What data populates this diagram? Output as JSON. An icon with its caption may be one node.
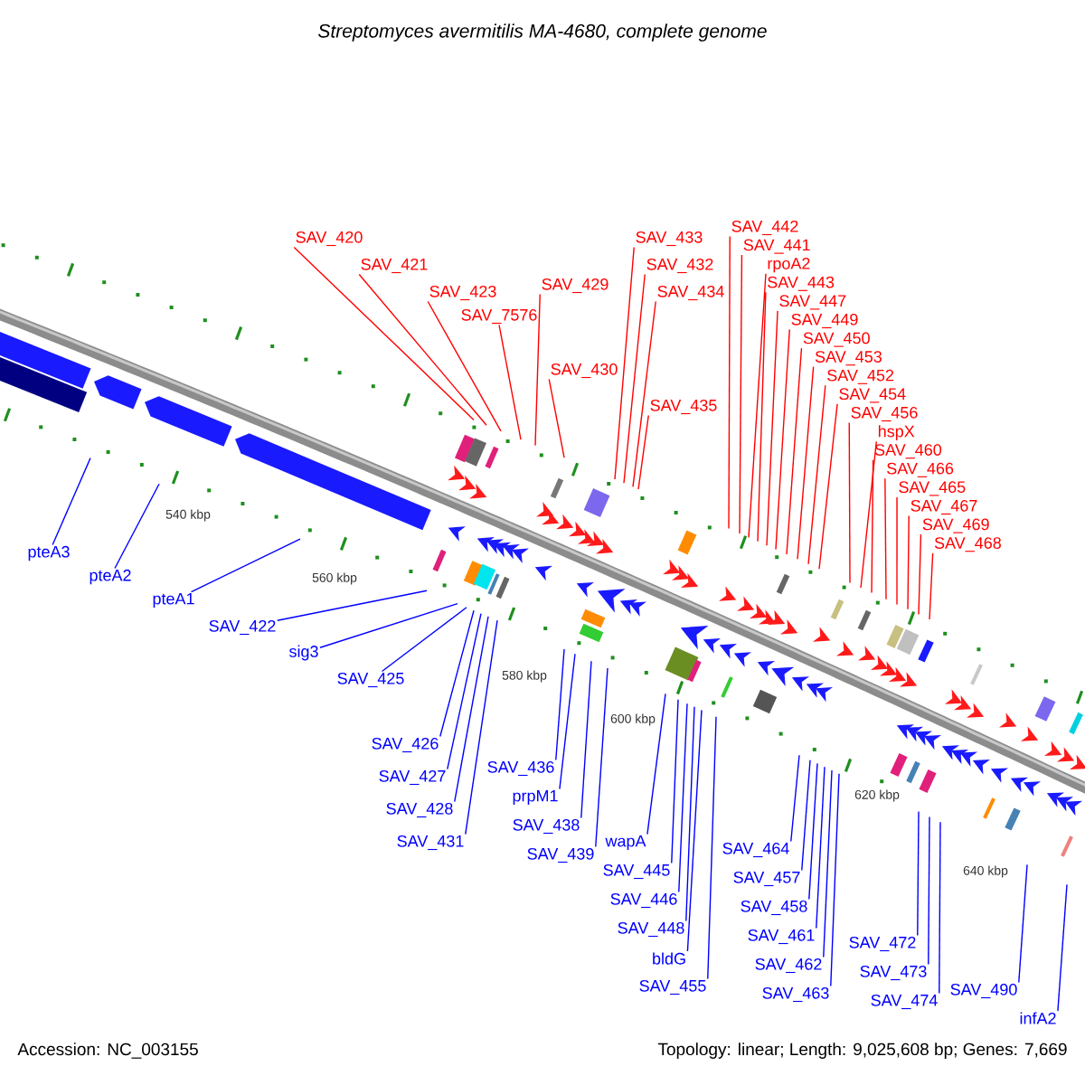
{
  "diagram": {
    "title": "Streptomyces avermitilis MA-4680, complete genome",
    "nodes": [
      {
        "text": [
          "SAV_420"
        ]
      },
      {
        "text": [
          "SAV_421"
        ]
      },
      {
        "text": [
          "SAV_423"
        ]
      },
      {
        "text": [
          "SAV_7576"
        ]
      },
      {
        "text": [
          "SAV_429"
        ]
      },
      {
        "text": [
          "SAV_430"
        ]
      },
      {
        "text": [
          "SAV_433"
        ]
      },
      {
        "text": [
          "SAV_432"
        ]
      },
      {
        "text": [
          "SAV_434"
        ]
      },
      {
        "text": [
          "SAV_435"
        ]
      },
      {
        "text": [
          "SAV_442"
        ]
      },
      {
        "text": [
          "SAV_441"
        ]
      },
      {
        "text": [
          "rpoA2"
        ]
      },
      {
        "text": [
          "SAV_443"
        ]
      },
      {
        "text": [
          "SAV_447"
        ]
      },
      {
        "text": [
          "SAV_449"
        ]
      },
      {
        "text": [
          "SAV_450"
        ]
      },
      {
        "text": [
          "SAV_453"
        ]
      },
      {
        "text": [
          "SAV_452"
        ]
      },
      {
        "text": [
          "SAV_454"
        ]
      },
      {
        "text": [
          "SAV_456"
        ]
      },
      {
        "text": [
          "hspX"
        ]
      },
      {
        "text": [
          "SAV_460"
        ]
      },
      {
        "text": [
          "SAV_466"
        ]
      },
      {
        "text": [
          "SAV_465"
        ]
      },
      {
        "text": [
          "SAV_467"
        ]
      },
      {
        "text": [
          "SAV_469"
        ]
      },
      {
        "text": [
          "SAV_468"
        ]
      },
      {
        "text": [
          "pteA3"
        ]
      },
      {
        "text": [
          "pteA2"
        ]
      },
      {
        "text": [
          "pteA1"
        ]
      },
      {
        "text": [
          "SAV_422"
        ]
      },
      {
        "text": [
          "sig3"
        ]
      },
      {
        "text": [
          "SAV_425"
        ]
      },
      {
        "text": [
          "SAV_426"
        ]
      },
      {
        "text": [
          "SAV_427"
        ]
      },
      {
        "text": [
          "SAV_428"
        ]
      },
      {
        "text": [
          "SAV_431"
        ]
      },
      {
        "text": [
          "SAV_436"
        ]
      },
      {
        "text": [
          "SAV_439"
        ]
      },
      {
        "text": [
          "prpM1"
        ]
      },
      {
        "text": [
          "SAV_438"
        ]
      },
      {
        "text": [
          "wapA"
        ]
      },
      {
        "text": [
          "SAV_445"
        ]
      },
      {
        "text": [
          "SAV_446"
        ]
      },
      {
        "text": [
          "SAV_448"
        ]
      },
      {
        "text": [
          "bldG"
        ]
      },
      {
        "text": [
          "SAV_455"
        ]
      },
      {
        "text": [
          "SAV_457"
        ]
      },
      {
        "text": [
          "SAV_458"
        ]
      },
      {
        "text": [
          "SAV_461"
        ]
      },
      {
        "text": [
          "SAV_462"
        ]
      },
      {
        "text": [
          "SAV_463"
        ]
      },
      {
        "text": [
          "SAV_464"
        ]
      },
      {
        "text": [
          "SAV_472"
        ]
      },
      {
        "text": [
          "SAV_473"
        ]
      },
      {
        "text": [
          "SAV_474"
        ]
      },
      {
        "text": [
          "SAV_490"
        ]
      },
      {
        "text": [
          "infA2"
        ]
      }
    ],
    "edges": [
      {
        "from": 0,
        "to": null,
        "arrow": "none",
        "color": "#ff0000"
      },
      {
        "from": 1,
        "to": null,
        "arrow": "none",
        "color": "#ff0000"
      },
      {
        "from": 2,
        "to": null,
        "arrow": "none",
        "color": "#ff0000"
      },
      {
        "from": 3,
        "to": null,
        "arrow": "none",
        "color": "#ff0000"
      },
      {
        "from": 4,
        "to": null,
        "arrow": "none",
        "color": "#ff0000"
      },
      {
        "from": 5,
        "to": null,
        "arrow": "none",
        "color": "#ff0000"
      },
      {
        "from": 6,
        "to": null,
        "arrow": "none",
        "color": "#ff0000"
      },
      {
        "from": 7,
        "to": null,
        "arrow": "none",
        "color": "#ff0000"
      },
      {
        "from": 8,
        "to": null,
        "arrow": "none",
        "color": "#ff0000"
      },
      {
        "from": 9,
        "to": null,
        "arrow": "none",
        "color": "#ff0000"
      },
      {
        "from": 10,
        "to": null,
        "arrow": "none",
        "color": "#ff0000"
      },
      {
        "from": 11,
        "to": null,
        "arrow": "none",
        "color": "#ff0000"
      },
      {
        "from": 12,
        "to": null,
        "arrow": "none",
        "color": "#ff0000"
      },
      {
        "from": 13,
        "to": null,
        "arrow": "none",
        "color": "#ff0000"
      },
      {
        "from": 14,
        "to": null,
        "arrow": "none",
        "color": "#ff0000"
      },
      {
        "from": 15,
        "to": null,
        "arrow": "none",
        "color": "#ff0000"
      },
      {
        "from": 16,
        "to": null,
        "arrow": "none",
        "color": "#ff0000"
      },
      {
        "from": 17,
        "to": null,
        "arrow": "none",
        "color": "#ff0000"
      },
      {
        "from": 18,
        "to": null,
        "arrow": "none",
        "color": "#ff0000"
      },
      {
        "from": 19,
        "to": null,
        "arrow": "none",
        "color": "#ff0000"
      },
      {
        "from": 20,
        "to": null,
        "arrow": "none",
        "color": "#ff0000"
      },
      {
        "from": 21,
        "to": null,
        "arrow": "none",
        "color": "#ff0000"
      },
      {
        "from": 22,
        "to": null,
        "arrow": "none",
        "color": "#ff0000"
      },
      {
        "from": 23,
        "to": null,
        "arrow": "none",
        "color": "#ff0000"
      },
      {
        "from": 24,
        "to": null,
        "arrow": "none",
        "color": "#ff0000"
      },
      {
        "from": 25,
        "to": null,
        "arrow": "none",
        "color": "#ff0000"
      },
      {
        "from": 26,
        "to": null,
        "arrow": "none",
        "color": "#ff0000"
      },
      {
        "from": 27,
        "to": null,
        "arrow": "none",
        "color": "#ff0000"
      },
      {
        "from": 28,
        "to": null,
        "arrow": "none"
      },
      {
        "from": 29,
        "to": null,
        "arrow": "none"
      },
      {
        "from": 30,
        "to": null,
        "arrow": "none"
      },
      {
        "from": 31,
        "to": null,
        "arrow": "none"
      },
      {
        "from": 32,
        "to": null,
        "arrow": "none"
      },
      {
        "from": 33,
        "to": null,
        "arrow": "none"
      },
      {
        "from": 34,
        "to": null,
        "arrow": "none"
      },
      {
        "from": 35,
        "to": null,
        "arrow": "none"
      },
      {
        "from": 36,
        "to": null,
        "arrow": "none"
      },
      {
        "from": 37,
        "to": null,
        "arrow": "none"
      },
      {
        "from": 38,
        "to": null,
        "arrow": "none"
      },
      {
        "from": 39,
        "to": null,
        "arrow": "none"
      },
      {
        "from": 40,
        "to": null,
        "arrow": "none"
      },
      {
        "from": 41,
        "to": null,
        "arrow": "none"
      },
      {
        "from": 42,
        "to": null,
        "arrow": "none"
      },
      {
        "from": 43,
        "to": null,
        "arrow": "none"
      },
      {
        "from": 44,
        "to": null,
        "arrow": "none"
      },
      {
        "from": 45,
        "to": null,
        "arrow": "none"
      },
      {
        "from": 46,
        "to": null,
        "arrow": "none"
      },
      {
        "from": 47,
        "to": null,
        "arrow": "none"
      },
      {
        "from": 48,
        "to": null,
        "arrow": "none"
      },
      {
        "from": 49,
        "to": null,
        "arrow": "none"
      },
      {
        "from": 50,
        "to": null,
        "arrow": "none"
      },
      {
        "from": 51,
        "to": null,
        "arrow": "none"
      },
      {
        "from": 52,
        "to": null,
        "arrow": "none"
      },
      {
        "from": 53,
        "to": null,
        "arrow": "none"
      },
      {
        "from": 54,
        "to": null,
        "arrow": "none"
      },
      {
        "from": 55,
        "to": null,
        "arrow": "none"
      },
      {
        "from": 56,
        "to": null,
        "arrow": "none"
      },
      {
        "from": 57,
        "to": null,
        "arrow": "none"
      },
      {
        "from": 58,
        "to": null,
        "arrow": "none"
      }
    ],
    "labels": [
      "540 kbp",
      "560 kbp",
      "580 kbp",
      "600 kbp",
      "620 kbp",
      "640 kbp",
      "Accession: NC_003155",
      "Topology: linear; Length: 9,025,608 bp; Genes: 7,669"
    ]
  }
}
